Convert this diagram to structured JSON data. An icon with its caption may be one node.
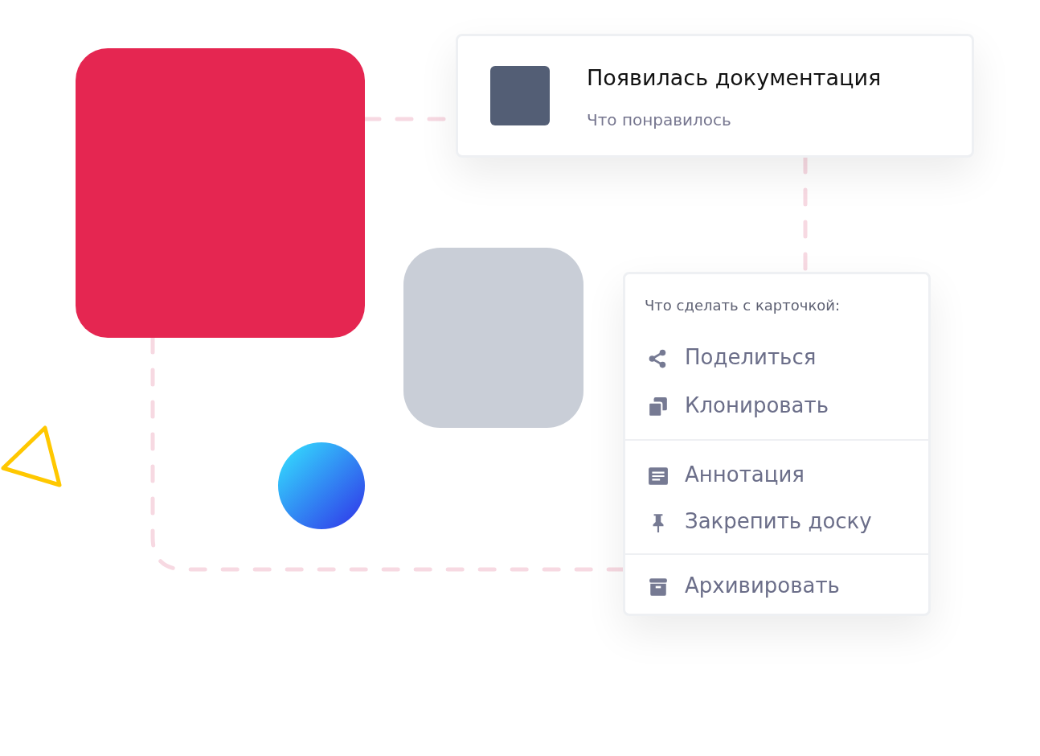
{
  "diagram": {
    "nodes": [
      {
        "text": [],
        "shape": "box"
      },
      {
        "text": [
          "Появилась документация",
          "Что понравилось"
        ]
      },
      {
        "text": [],
        "shape": "box"
      },
      {
        "text": [],
        "shape": "circle"
      },
      {
        "text": [
          "Что сделать с карточкой:",
          "Поделиться",
          "Клонировать",
          "Аннотация",
          "Закрепить доску",
          "Архивировать"
        ]
      },
      {
        "text": [],
        "shape": "triangle"
      }
    ],
    "edges": [
      {
        "from": 0,
        "to": 1,
        "arrow": "none",
        "style": "dashed"
      },
      {
        "from": 1,
        "to": 4,
        "arrow": "none",
        "style": "dashed"
      },
      {
        "from": 0,
        "to": 4,
        "arrow": "none",
        "style": "dashed"
      }
    ]
  }
}
